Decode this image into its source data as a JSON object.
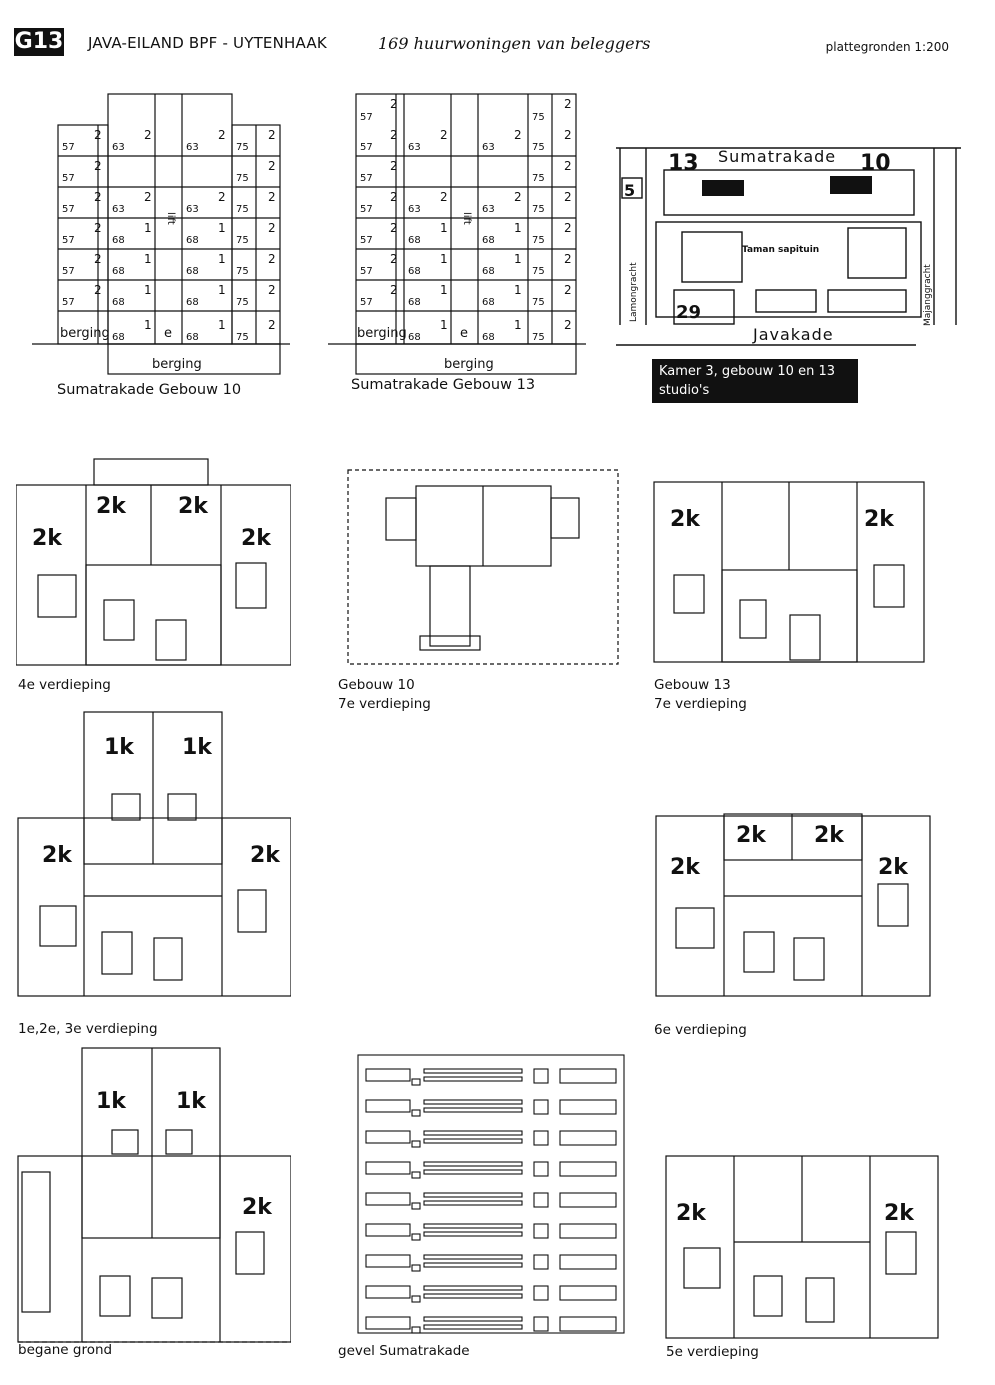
{
  "header": {
    "code": "G13",
    "title": "JAVA-EILAND BPF - UYTENHAAK",
    "subtitle": "169 huurwoningen van beleggers",
    "scale": "plattegronden 1:200"
  },
  "section_plans": [
    {
      "caption": "Sumatrakade Gebouw 10",
      "basement": "berging",
      "ground_left": "berging",
      "lift": "lift",
      "lift_bottom": "e",
      "left_rows": [
        [
          "57",
          "2",
          "63",
          "2"
        ],
        [
          "57",
          "2",
          "",
          ""
        ],
        [
          "57",
          "2",
          "63",
          "2"
        ],
        [
          "57",
          "2",
          "68",
          "1"
        ],
        [
          "57",
          "2",
          "68",
          "1"
        ],
        [
          "57",
          "2",
          "68",
          "1"
        ]
      ],
      "right_rows": [
        [
          "63",
          "2",
          "75",
          "2"
        ],
        [
          "",
          "",
          "75",
          "2"
        ],
        [
          "63",
          "2",
          "75",
          "2"
        ],
        [
          "68",
          "1",
          "75",
          "2"
        ],
        [
          "68",
          "1",
          "75",
          "2"
        ],
        [
          "68",
          "1",
          "75",
          "2"
        ]
      ],
      "bottom_row": [
        "68",
        "1",
        "68",
        "1",
        "75",
        "2"
      ]
    },
    {
      "caption": "Sumatrakade Gebouw 13",
      "basement": "berging",
      "ground_left": "berging",
      "lift": "lift",
      "lift_bottom": "e",
      "top_left": [
        "57",
        "2"
      ],
      "top_right": [
        "75",
        "2"
      ],
      "left_rows": [
        [
          "57",
          "2",
          "63",
          "2"
        ],
        [
          "57",
          "2",
          "",
          ""
        ],
        [
          "57",
          "2",
          "63",
          "2"
        ],
        [
          "57",
          "2",
          "68",
          "1"
        ],
        [
          "57",
          "2",
          "68",
          "1"
        ],
        [
          "57",
          "2",
          "68",
          "1"
        ]
      ],
      "right_rows": [
        [
          "63",
          "2",
          "75",
          "2"
        ],
        [
          "",
          "",
          "75",
          "2"
        ],
        [
          "63",
          "2",
          "75",
          "2"
        ],
        [
          "68",
          "1",
          "75",
          "2"
        ],
        [
          "68",
          "1",
          "75",
          "2"
        ],
        [
          "68",
          "1",
          "75",
          "2"
        ]
      ],
      "bottom_row": [
        "68",
        "1",
        "68",
        "1",
        "75",
        "2"
      ]
    }
  ],
  "map": {
    "street_top": "Sumatrakade",
    "street_bottom": "Javakade",
    "park": "Taman sapituin",
    "canal_left": "Lamongracht",
    "canal_right": "Majanggracht",
    "numbers": [
      "13",
      "10",
      "5",
      "29"
    ],
    "legend": [
      "Kamer 3, gebouw 10 en 13",
      "studio's"
    ]
  },
  "floor_plans": {
    "f4": {
      "caption": "4e verdieping",
      "units": [
        "2k",
        "2k",
        "2k",
        "2k"
      ]
    },
    "g10": {
      "caption_lines": [
        "Gebouw 10",
        "7e verdieping"
      ]
    },
    "g13": {
      "caption_lines": [
        "Gebouw 13",
        "7e verdieping"
      ],
      "units": [
        "2k",
        "2k"
      ]
    },
    "f123": {
      "caption": "1e,2e, 3e verdieping",
      "units": [
        "1k",
        "1k",
        "2k",
        "2k"
      ]
    },
    "f6": {
      "caption": "6e verdieping",
      "units": [
        "2k",
        "2k",
        "2k",
        "2k"
      ]
    },
    "fg": {
      "caption": "begane grond",
      "units": [
        "1k",
        "1k",
        "2k"
      ]
    },
    "facade": {
      "caption": "gevel Sumatrakade"
    },
    "f5": {
      "caption": "5e verdieping",
      "units": [
        "2k",
        "2k"
      ]
    }
  }
}
